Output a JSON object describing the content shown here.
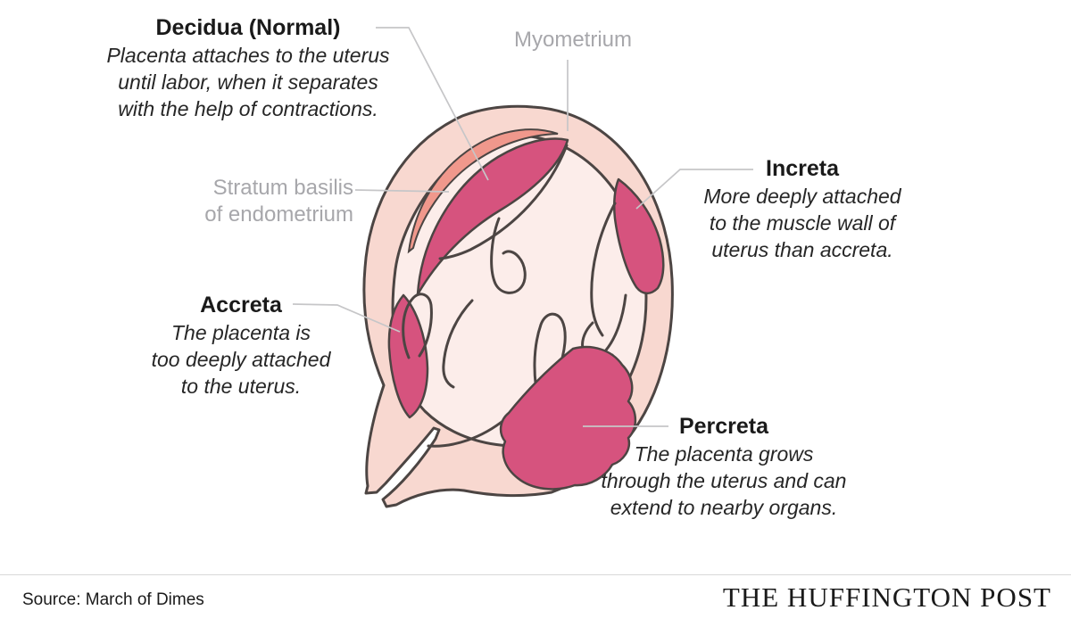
{
  "colors": {
    "magenta": "#d6537e",
    "wall-pink": "#f8d8d0",
    "salmon": "#f0988c",
    "cavity": "#fcedea",
    "outline": "#4c4543",
    "leader": "#c6c6c8",
    "gray-label": "#a7a7ab",
    "text-dark": "#1a1a1a",
    "text-body": "#262626",
    "divider": "#d8d8d8"
  },
  "annotations": {
    "decidua": {
      "title": "Decidua (Normal)",
      "lines": [
        "Placenta attaches to the uterus",
        "until labor, when it separates",
        "with the help of contractions."
      ]
    },
    "increta": {
      "title": "Increta",
      "lines": [
        "More deeply attached",
        "to the muscle wall of",
        "uterus than accreta."
      ]
    },
    "accreta": {
      "title": "Accreta",
      "lines": [
        "The placenta is",
        "too deeply attached",
        "to the uterus."
      ]
    },
    "percreta": {
      "title": "Percreta",
      "lines": [
        "The placenta grows",
        "through the uterus and can",
        "extend to nearby organs."
      ]
    }
  },
  "structure_labels": {
    "myometrium": {
      "lines": [
        "Myometrium"
      ]
    },
    "stratum_basilis": {
      "lines": [
        "Stratum basilis",
        "of endometrium"
      ]
    }
  },
  "footer": {
    "source": "Source: March of Dimes",
    "brand": "THE HUFFINGTON POST"
  }
}
